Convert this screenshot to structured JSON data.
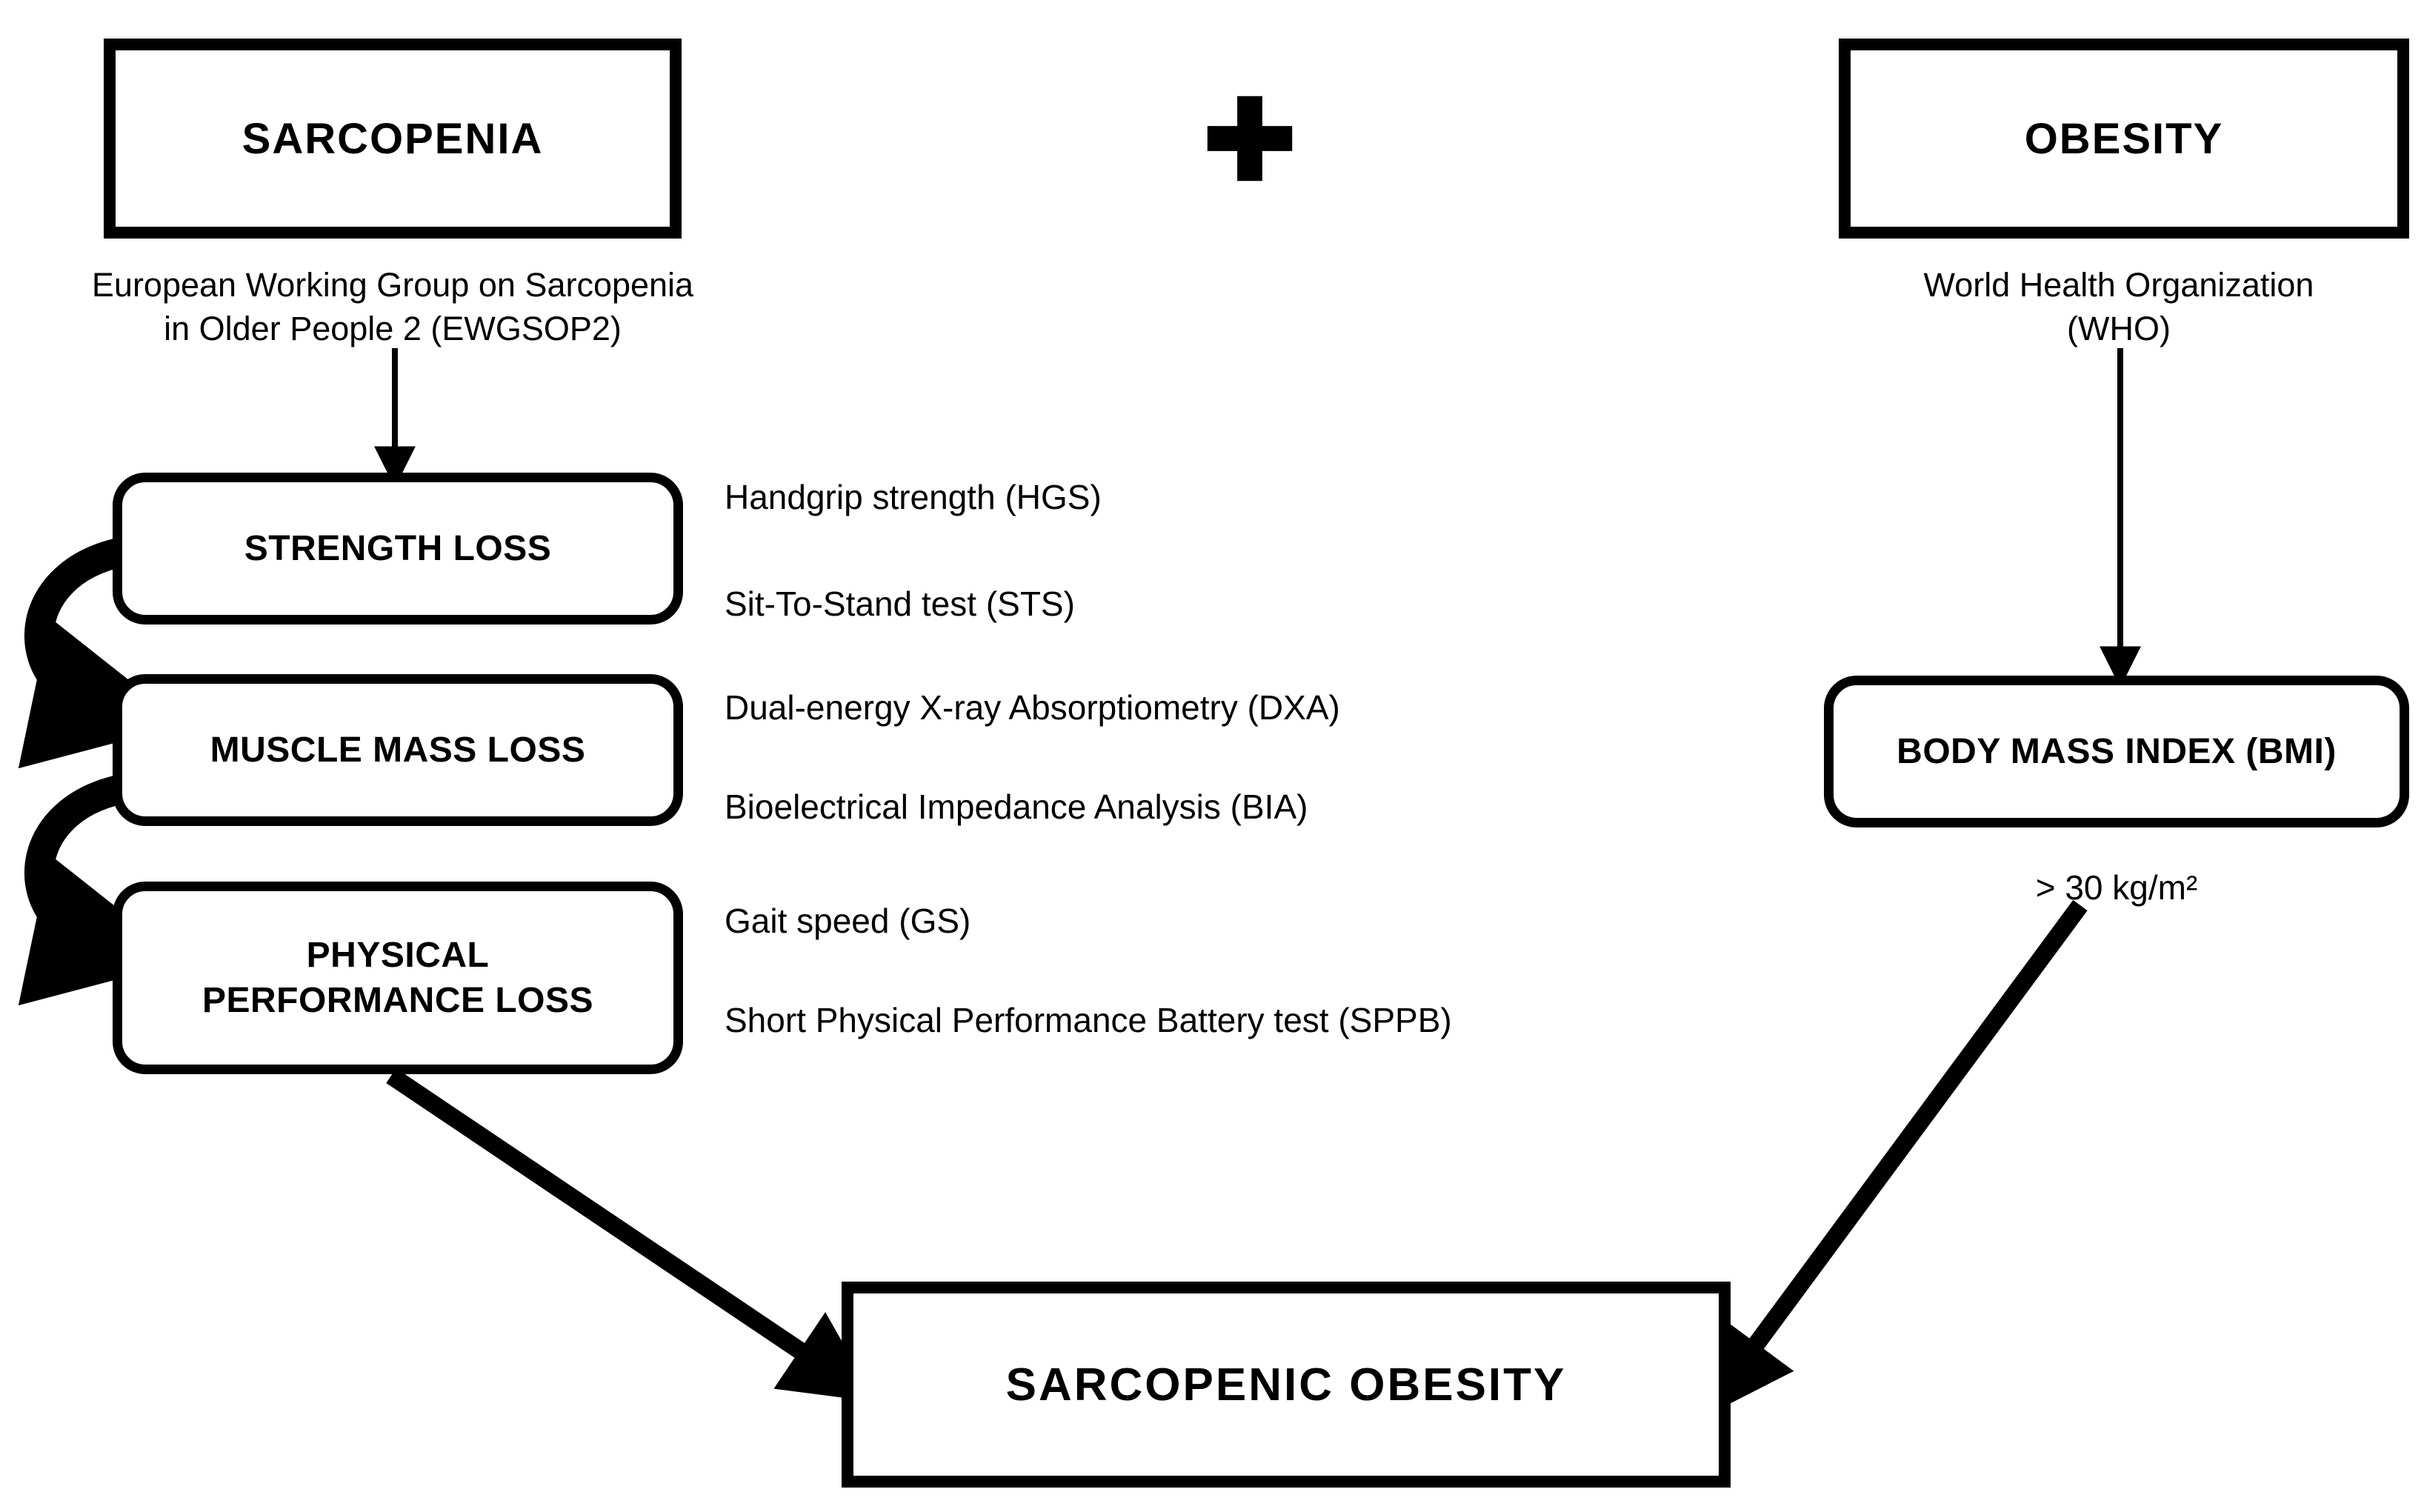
{
  "diagram": {
    "title_sarcopenia": "SARCOPENIA",
    "title_obesity": "OBESITY",
    "plus_icon_name": "plus-icon",
    "outcome": "SARCOPENIC  OBESITY",
    "sarcopenia_source": "European Working Group on Sarcopenia\nin Older People 2 (EWGSOP2)",
    "sarcopenia_source_line1": "European Working Group on Sarcopenia",
    "sarcopenia_source_line2": "in Older People 2 (EWGSOP2)",
    "obesity_source_line1": "World Health Organization",
    "obesity_source_line2": "(WHO)",
    "bmi_box": "BODY MASS INDEX (BMI)",
    "bmi_threshold": "> 30 kg/m²",
    "criteria": [
      {
        "box_label": "STRENGTH LOSS",
        "box_label_lines": [
          "STRENGTH LOSS"
        ],
        "metrics": [
          "Handgrip  strength (HGS)",
          "Sit-To-Stand test (STS)"
        ]
      },
      {
        "box_label": "MUSCLE MASS LOSS",
        "box_label_lines": [
          "MUSCLE MASS LOSS"
        ],
        "metrics": [
          "Dual-energy X-ray Absorptiometry (DXA)",
          "Bioelectrical Impedance Analysis (BIA)"
        ]
      },
      {
        "box_label": "PHYSICAL PERFORMANCE LOSS",
        "box_label_line1": "PHYSICAL",
        "box_label_line2": "PERFORMANCE LOSS",
        "metrics": [
          "Gait speed (GS)",
          "Short Physical Performance Battery test (SPPB)"
        ]
      }
    ],
    "colors": {
      "ink": "#000000",
      "background": "#ffffff"
    }
  }
}
